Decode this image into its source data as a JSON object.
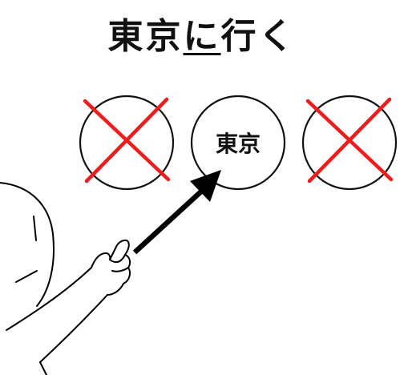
{
  "title": {
    "part1": "東京",
    "part2": "に",
    "part3": "行く"
  },
  "options": [
    {
      "label": "",
      "crossed": true
    },
    {
      "label": "東京",
      "crossed": false
    },
    {
      "label": "",
      "crossed": true
    }
  ],
  "colors": {
    "cross": "#ee1c1c",
    "ink": "#111111"
  }
}
